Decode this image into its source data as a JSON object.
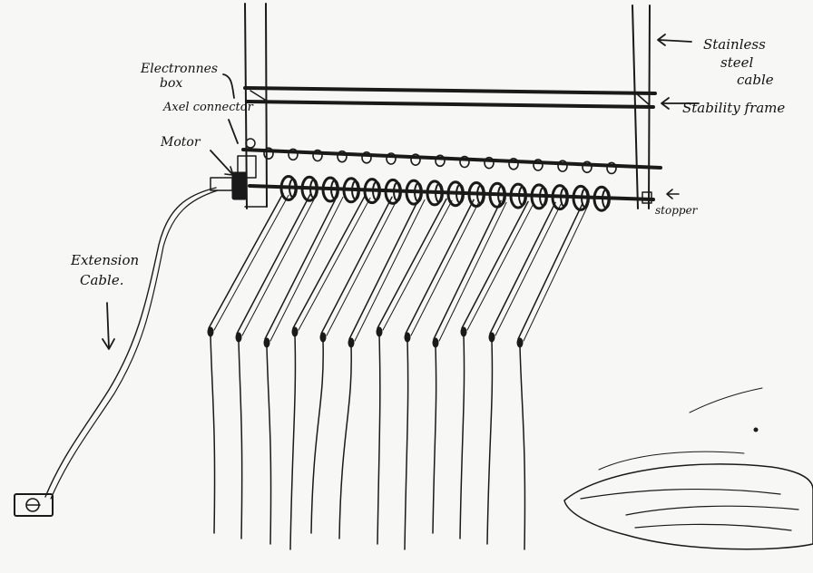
{
  "labels": {
    "electronics_box": [
      "Electronnes",
      "box"
    ],
    "axel_connector": "Axel connector",
    "motor": "Motor",
    "stainless_steel_cable": [
      "Stainless",
      "steel",
      "cable"
    ],
    "stability_frame": "Stability frame",
    "stopper": "stopper",
    "extension_cable": [
      "Extension",
      "Cable."
    ]
  },
  "colors": {
    "ink": "#1a1a1a",
    "paper": "#f7f7f5"
  },
  "icons": {
    "arrow": "arrow-icon",
    "plug": "plug-icon"
  }
}
